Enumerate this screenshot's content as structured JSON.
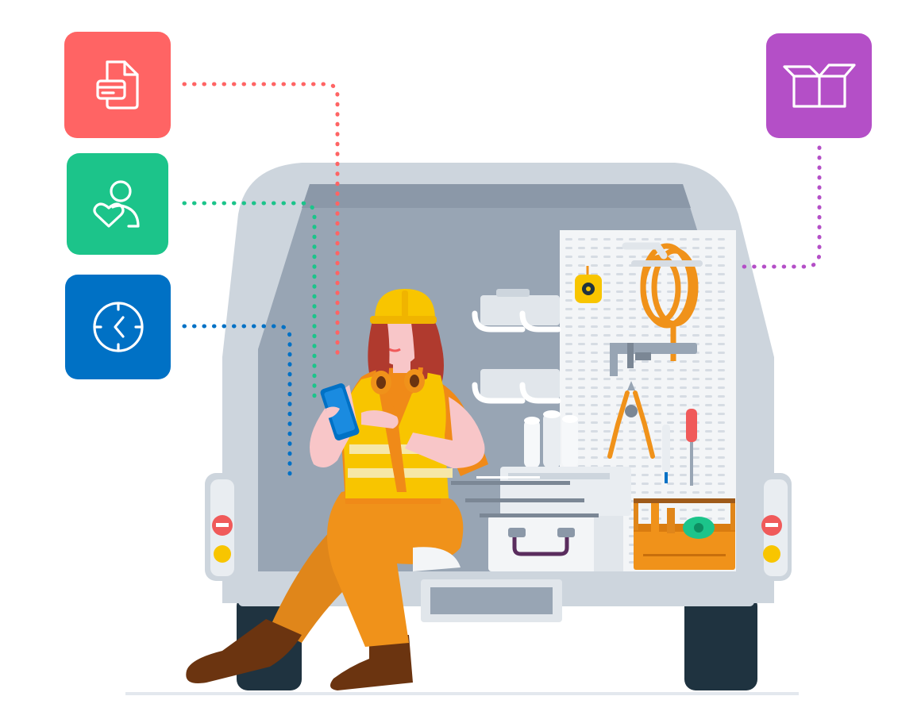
{
  "colors": {
    "invoice_tile": "#FF6464",
    "customer_tile": "#1CC48A",
    "time_tile": "#0071C5",
    "inventory_tile": "#B44FC7",
    "van_body": "#CDD5DD",
    "van_interior": "#98A5B4",
    "vest": "#F8C500",
    "trousers": "#F0921A",
    "boots": "#6B3410",
    "hair": "#B03A2E",
    "tires": "#1F3340"
  },
  "tiles": [
    {
      "id": "invoice",
      "icon": "document-card-icon"
    },
    {
      "id": "customer",
      "icon": "heart-person-icon"
    },
    {
      "id": "time",
      "icon": "clock-icon"
    },
    {
      "id": "inventory",
      "icon": "box-icon"
    }
  ]
}
